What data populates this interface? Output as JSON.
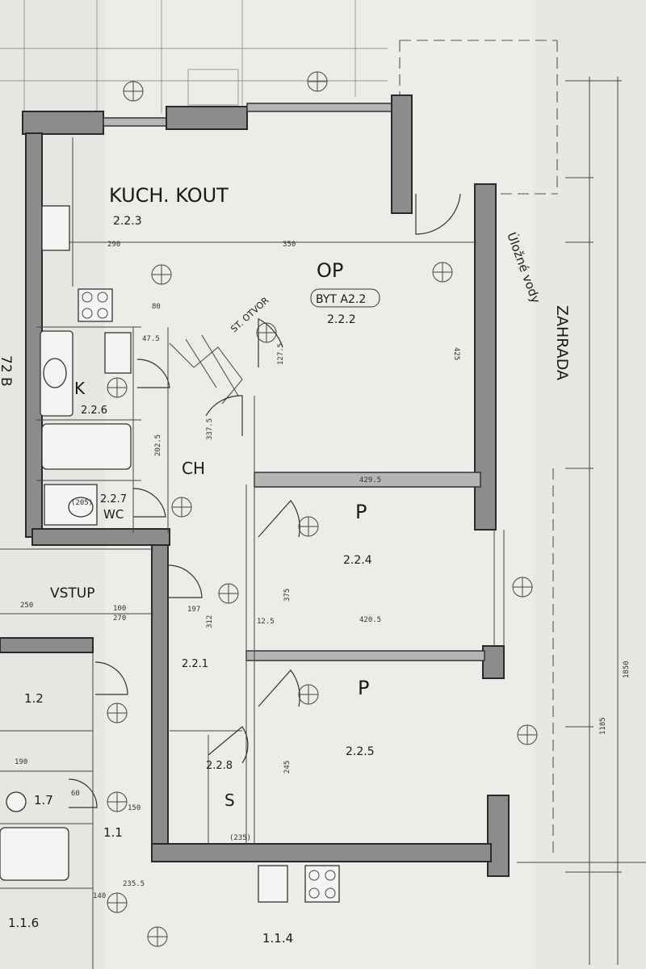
{
  "rooms": {
    "kitchen": {
      "name": "KUCH. KOUT",
      "number": "2.2.3"
    },
    "living": {
      "name": "OP",
      "apartment": "BYT A2.2",
      "number": "2.2.2"
    },
    "bath": {
      "name": "K",
      "number": "2.2.6"
    },
    "wc": {
      "name": "WC",
      "number": "2.2.7"
    },
    "hall": {
      "name": "CH",
      "number": "2.2.1"
    },
    "room1": {
      "name": "P",
      "number": "2.2.4"
    },
    "room2": {
      "name": "P",
      "number": "2.2.5"
    },
    "storage": {
      "name": "S",
      "number": "2.2.8"
    },
    "entry": {
      "name": "VSTUP"
    }
  },
  "neighbors": [
    "1.2",
    "1.7",
    "1.1",
    "1.1.6",
    "1.1.4"
  ],
  "annotations": {
    "garden": "ZAHRADA",
    "terrace": "Úložné vody",
    "opening": "ST. OTVOR",
    "left_mark": "72 B"
  },
  "dimensions": [
    "290",
    "350",
    "425",
    "127.5",
    "202.5",
    "337.5",
    "429.5",
    "420.5",
    "375",
    "312",
    "245",
    "250",
    "270",
    "100",
    "12.5",
    "47.5",
    "80",
    "197",
    "60",
    "1185",
    "1850",
    "150",
    "235.5",
    "190",
    "140",
    "(235)",
    "(205)"
  ]
}
